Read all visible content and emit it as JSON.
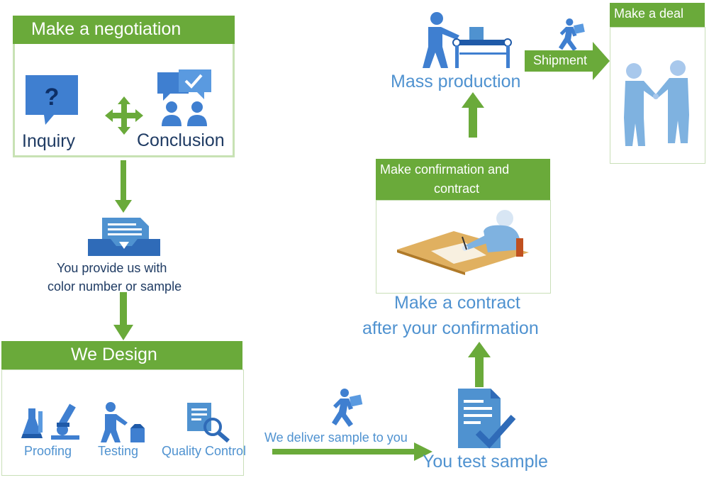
{
  "negotiation": {
    "title": "Make a negotiation",
    "inquiry": "Inquiry",
    "conclusion": "Conclusion"
  },
  "provide": {
    "line1": "You provide  us with",
    "line2": "color number or sample"
  },
  "design": {
    "title": "We Design",
    "proofing": "Proofing",
    "testing": "Testing",
    "quality": "Quality Control"
  },
  "deliver": {
    "label": "We deliver sample to you"
  },
  "test": {
    "label": "You test sample"
  },
  "contract": {
    "title_line1": "Make confirmation and",
    "title_line2": "contract",
    "caption_line1": "Make a contract",
    "caption_line2": "after your confirmation"
  },
  "mass": {
    "label": "Mass production"
  },
  "shipment": {
    "label": "Shipment"
  },
  "deal": {
    "title": "Make a deal"
  },
  "colors": {
    "green": "#6aaa3a",
    "blue": "#4f92d0",
    "navy": "#1f3b63",
    "icon_blue": "#3f7fd0"
  }
}
